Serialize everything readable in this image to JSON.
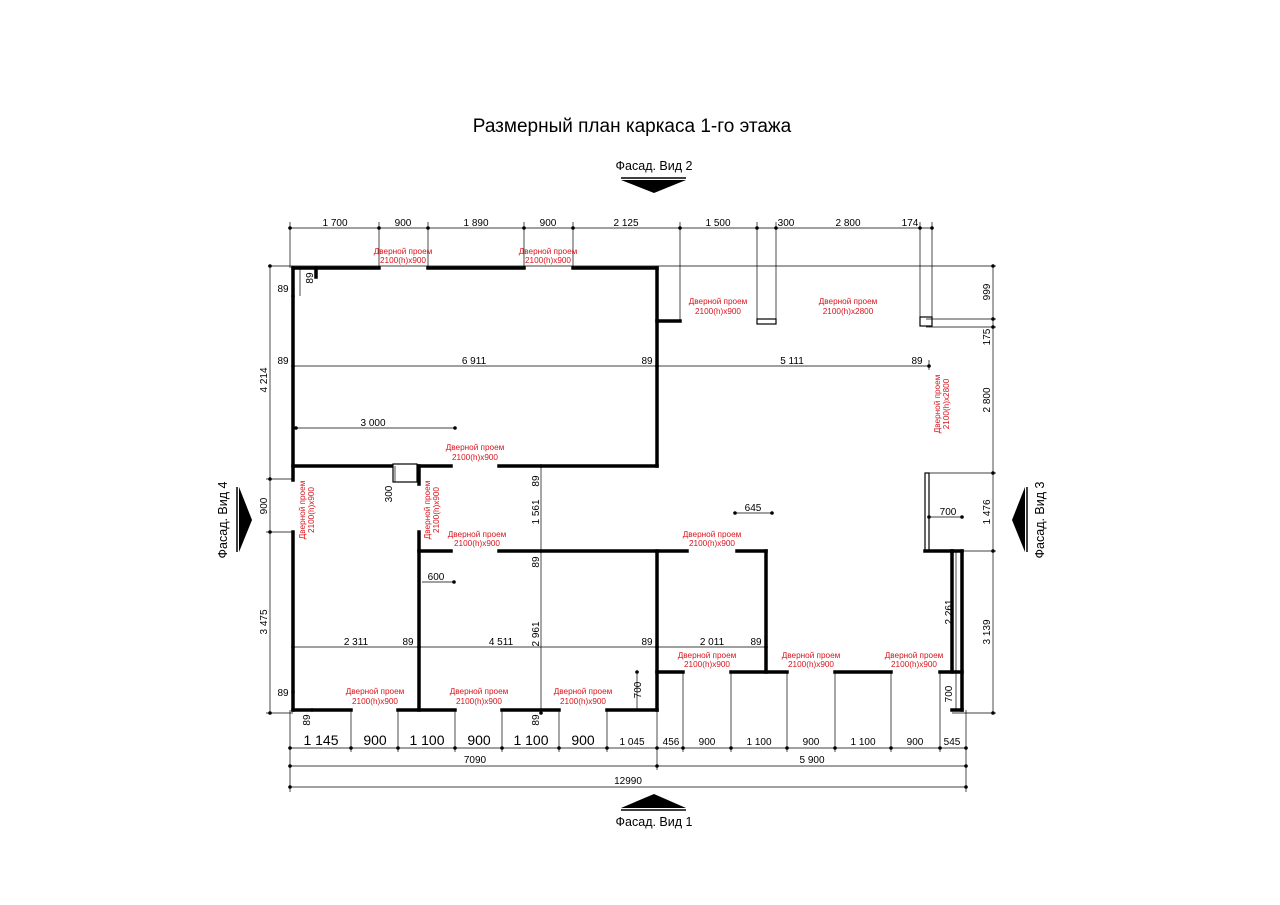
{
  "title": "Размерный план каркаса 1-го этажа",
  "facades": {
    "v1": "Фасад. Вид 1",
    "v2": "Фасад. Вид 2",
    "v3": "Фасад. Вид 3",
    "v4": "Фасад. Вид 4"
  },
  "door_label": "Дверной проем",
  "door_900": "2100(h)x900",
  "door_2800": "2100(h)x2800",
  "top_dims": [
    "1 700",
    "900",
    "1 890",
    "900",
    "2 125",
    "1 500",
    "300",
    "2 800",
    "174"
  ],
  "bottom_dims": [
    "1 145",
    "900",
    "1 100",
    "900",
    "1 100",
    "900",
    "1 045",
    "456",
    "900",
    "1 100",
    "900",
    "1 100",
    "900",
    "545"
  ],
  "bottom_sub_totals": [
    "7090",
    "5 900"
  ],
  "overall_total": "12990",
  "left_dims": [
    "4 214",
    "900",
    "3 475"
  ],
  "right_dims": [
    "999",
    "175",
    "2 800",
    "1 476",
    "3 139"
  ],
  "interior_dims": {
    "w89": "89",
    "d6911": "6 911",
    "d5111": "5 111",
    "d3000": "3 000",
    "d300": "300",
    "d1561": "1 561",
    "d645": "645",
    "d700": "700",
    "d600": "600",
    "d2961": "2 961",
    "d2311": "2 311",
    "d4511": "4 511",
    "d2011": "2 011",
    "d2261": "2 261"
  }
}
